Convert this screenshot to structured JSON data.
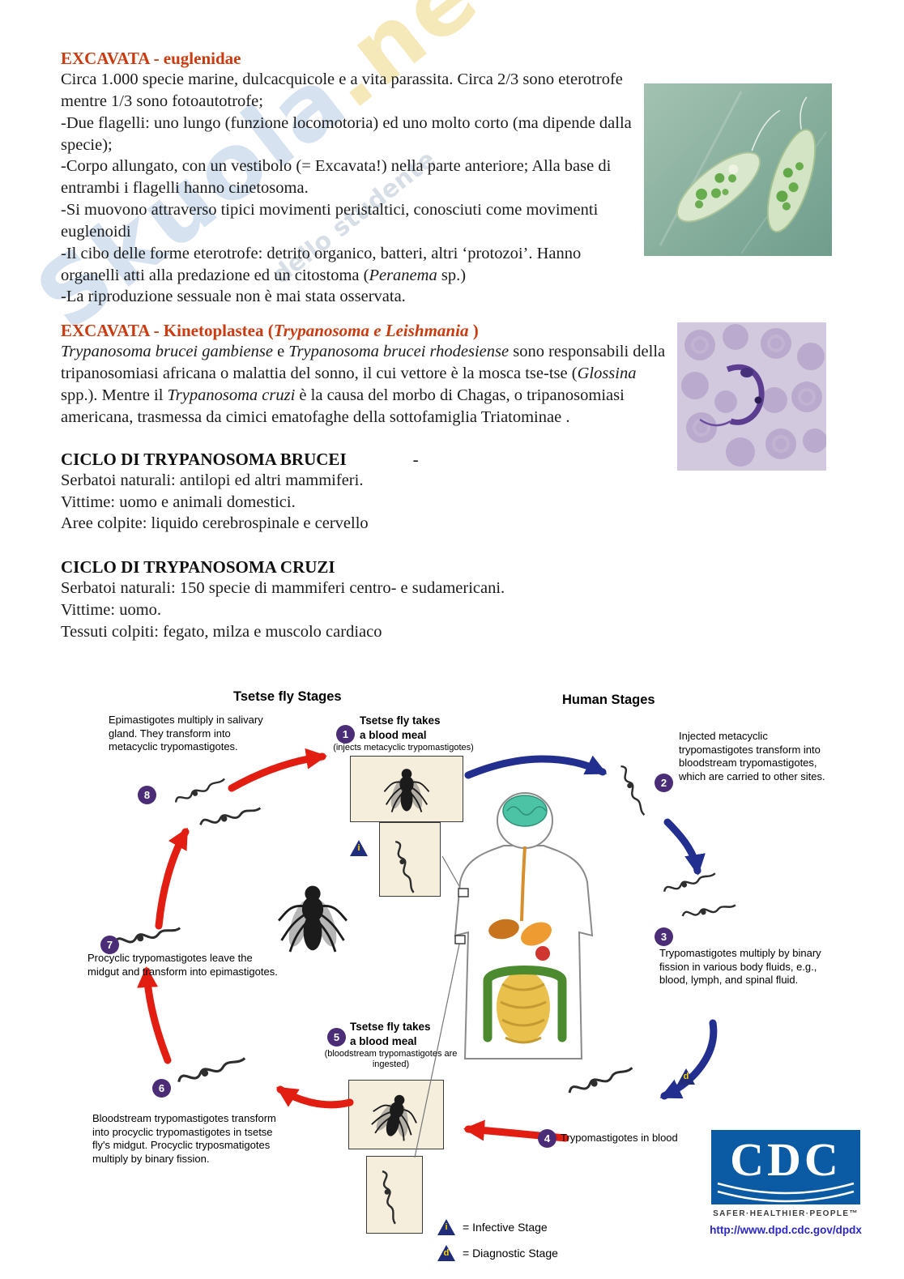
{
  "watermark": {
    "brand_a": "Skuola",
    "brand_b": ".net",
    "tagline": "dello studente"
  },
  "sections": {
    "euglenidae": {
      "title": "EXCAVATA - euglenidae",
      "paragraphs": [
        [
          {
            "t": "Circa 1.000 specie marine, dulcacquicole e a vita parassita. Circa 2/3 sono eterotrofe mentre 1/3 sono fotoautotrofe;"
          }
        ],
        [
          {
            "t": "-Due flagelli: uno lungo (funzione locomotoria) ed uno molto corto (ma dipende dalla specie);"
          }
        ],
        [
          {
            "t": "-Corpo allungato, con un vestibolo (= Excavata!) nella parte anteriore; Alla base di entrambi i flagelli hanno cinetosoma."
          }
        ],
        [
          {
            "t": "-Si muovono attraverso tipici movimenti peristaltici, conosciuti come movimenti euglenoidi"
          }
        ],
        [
          {
            "t": "-Il cibo delle forme eterotrofe: detrito organico, batteri, altri ‘protozoi’. Hanno organelli atti alla predazione ed un citostoma ("
          },
          {
            "t": "Peranema",
            "i": true
          },
          {
            "t": " sp.)"
          }
        ],
        [
          {
            "t": "-La riproduzione sessuale non è mai stata osservata."
          }
        ]
      ]
    },
    "kinetoplastea": {
      "title_segments": [
        {
          "t": "EXCAVATA - Kinetoplastea ("
        },
        {
          "t": "Trypanosoma e Leishmania ",
          "i": true
        },
        {
          "t": ")"
        }
      ],
      "paragraph": [
        {
          "t": "Trypanosoma brucei gambiense",
          "i": true
        },
        {
          "t": " e "
        },
        {
          "t": "Trypanosoma brucei rhodesiense",
          "i": true
        },
        {
          "t": " sono responsabili della tripanosomiasi africana o malattia del sonno, il cui vettore è la mosca tse-tse ("
        },
        {
          "t": "Glossina",
          "i": true
        },
        {
          "t": " spp.). Mentre il "
        },
        {
          "t": "Trypanosoma cruzi",
          "i": true
        },
        {
          "t": " è la causa del morbo di Chagas, o tripanosomiasi americana, trasmessa da cimici ematofaghe della sottofamiglia Triatominae ."
        }
      ]
    },
    "brucei": {
      "title": "CICLO DI TRYPANOSOMA BRUCEI",
      "dash": "-",
      "lines": [
        "Serbatoi naturali: antilopi ed altri mammiferi.",
        "Vittime: uomo e animali domestici.",
        "Aree colpite: liquido cerebrospinale e cervello"
      ]
    },
    "cruzi": {
      "title": "CICLO DI TRYPANOSOMA CRUZI",
      "lines": [
        "Serbatoi naturali: 150 specie di mammiferi centro- e sudamericani.",
        "Vittime: uomo.",
        "Tessuti colpiti: fegato, milza e muscolo cardiaco"
      ]
    }
  },
  "diagram": {
    "left_title": "Tsetse fly Stages",
    "right_title": "Human Stages",
    "steps": {
      "s1": {
        "num": "1",
        "line1": "Tsetse fly takes",
        "line2": "a blood meal",
        "sub": "(injects metacyclic trypomastigotes)"
      },
      "s2": {
        "num": "2",
        "text": "Injected metacyclic trypomastigotes transform into bloodstream trypomastigotes, which are carried to other sites."
      },
      "s3": {
        "num": "3",
        "text": "Trypomastigotes multiply by binary fission in various body fluids, e.g., blood, lymph, and spinal fluid."
      },
      "s4": {
        "num": "4",
        "text": "Trypomastigotes in blood"
      },
      "s5": {
        "num": "5",
        "line1": "Tsetse fly takes",
        "line2": "a blood meal",
        "sub": "(bloodstream trypomastigotes are ingested)"
      },
      "s6": {
        "num": "6",
        "text": "Bloodstream trypomastigotes transform into procyclic trypomastigotes in tsetse fly's midgut. Procyclic tryposmatigotes multiply by binary fission."
      },
      "s7": {
        "num": "7",
        "text": "Procyclic trypomastigotes leave the midgut and transform into epimastigotes."
      },
      "s8": {
        "num": "8",
        "text": "Epimastigotes multiply in salivary gland. They transform into metacyclic trypomastigotes."
      }
    },
    "legend": {
      "infective_symbol": "i",
      "infective_label": "= Infective Stage",
      "diagnostic_symbol": "d",
      "diagnostic_label": "= Diagnostic Stage"
    },
    "cdc": {
      "logo": "CDC",
      "tagline": "SAFER·HEALTHIER·PEOPLE™",
      "url": "http://www.dpd.cdc.gov/dpdx"
    }
  },
  "colors": {
    "heading_red": "#cc3a0f",
    "arrow_red": "#e21d12",
    "arrow_blue": "#232f8e",
    "badge_purple": "#4b2c77",
    "box_beige": "#f6eedd",
    "cdc_blue": "#0a5aa4"
  }
}
